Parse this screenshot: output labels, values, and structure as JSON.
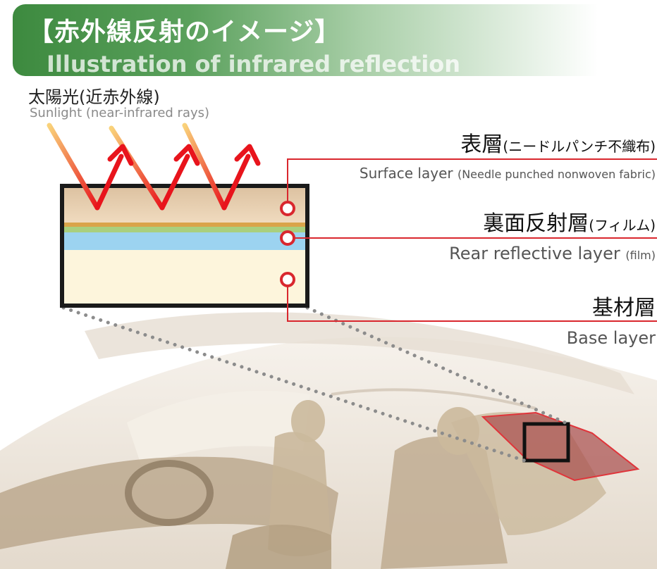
{
  "header": {
    "title_jp": "【赤外線反射のイメージ】",
    "title_en": "Illustration of infrared reflection"
  },
  "sunlight": {
    "label_jp": "太陽光(近赤外線)",
    "label_en": "Sunlight (near-infrared rays)"
  },
  "layers": [
    {
      "name_jp": "表層",
      "detail_jp": "(ニードルパンチ不織布)",
      "name_en": "Surface layer",
      "detail_en": "(Needle punched nonwoven fabric)"
    },
    {
      "name_jp": "裏面反射層",
      "detail_jp": "(フィルム)",
      "name_en": "Rear reflective layer",
      "detail_en": "(film)"
    },
    {
      "name_jp": "基材層",
      "detail_jp": "",
      "name_en": "Base layer",
      "detail_en": ""
    }
  ],
  "colors": {
    "banner_green": "#3d8a3f",
    "arrow_red": "#e8141c",
    "leader_red": "#d9272e",
    "surface_layer": "#e9cfad",
    "reflective_layer": "#9cd3f0",
    "base_layer": "#fdf5dc"
  }
}
